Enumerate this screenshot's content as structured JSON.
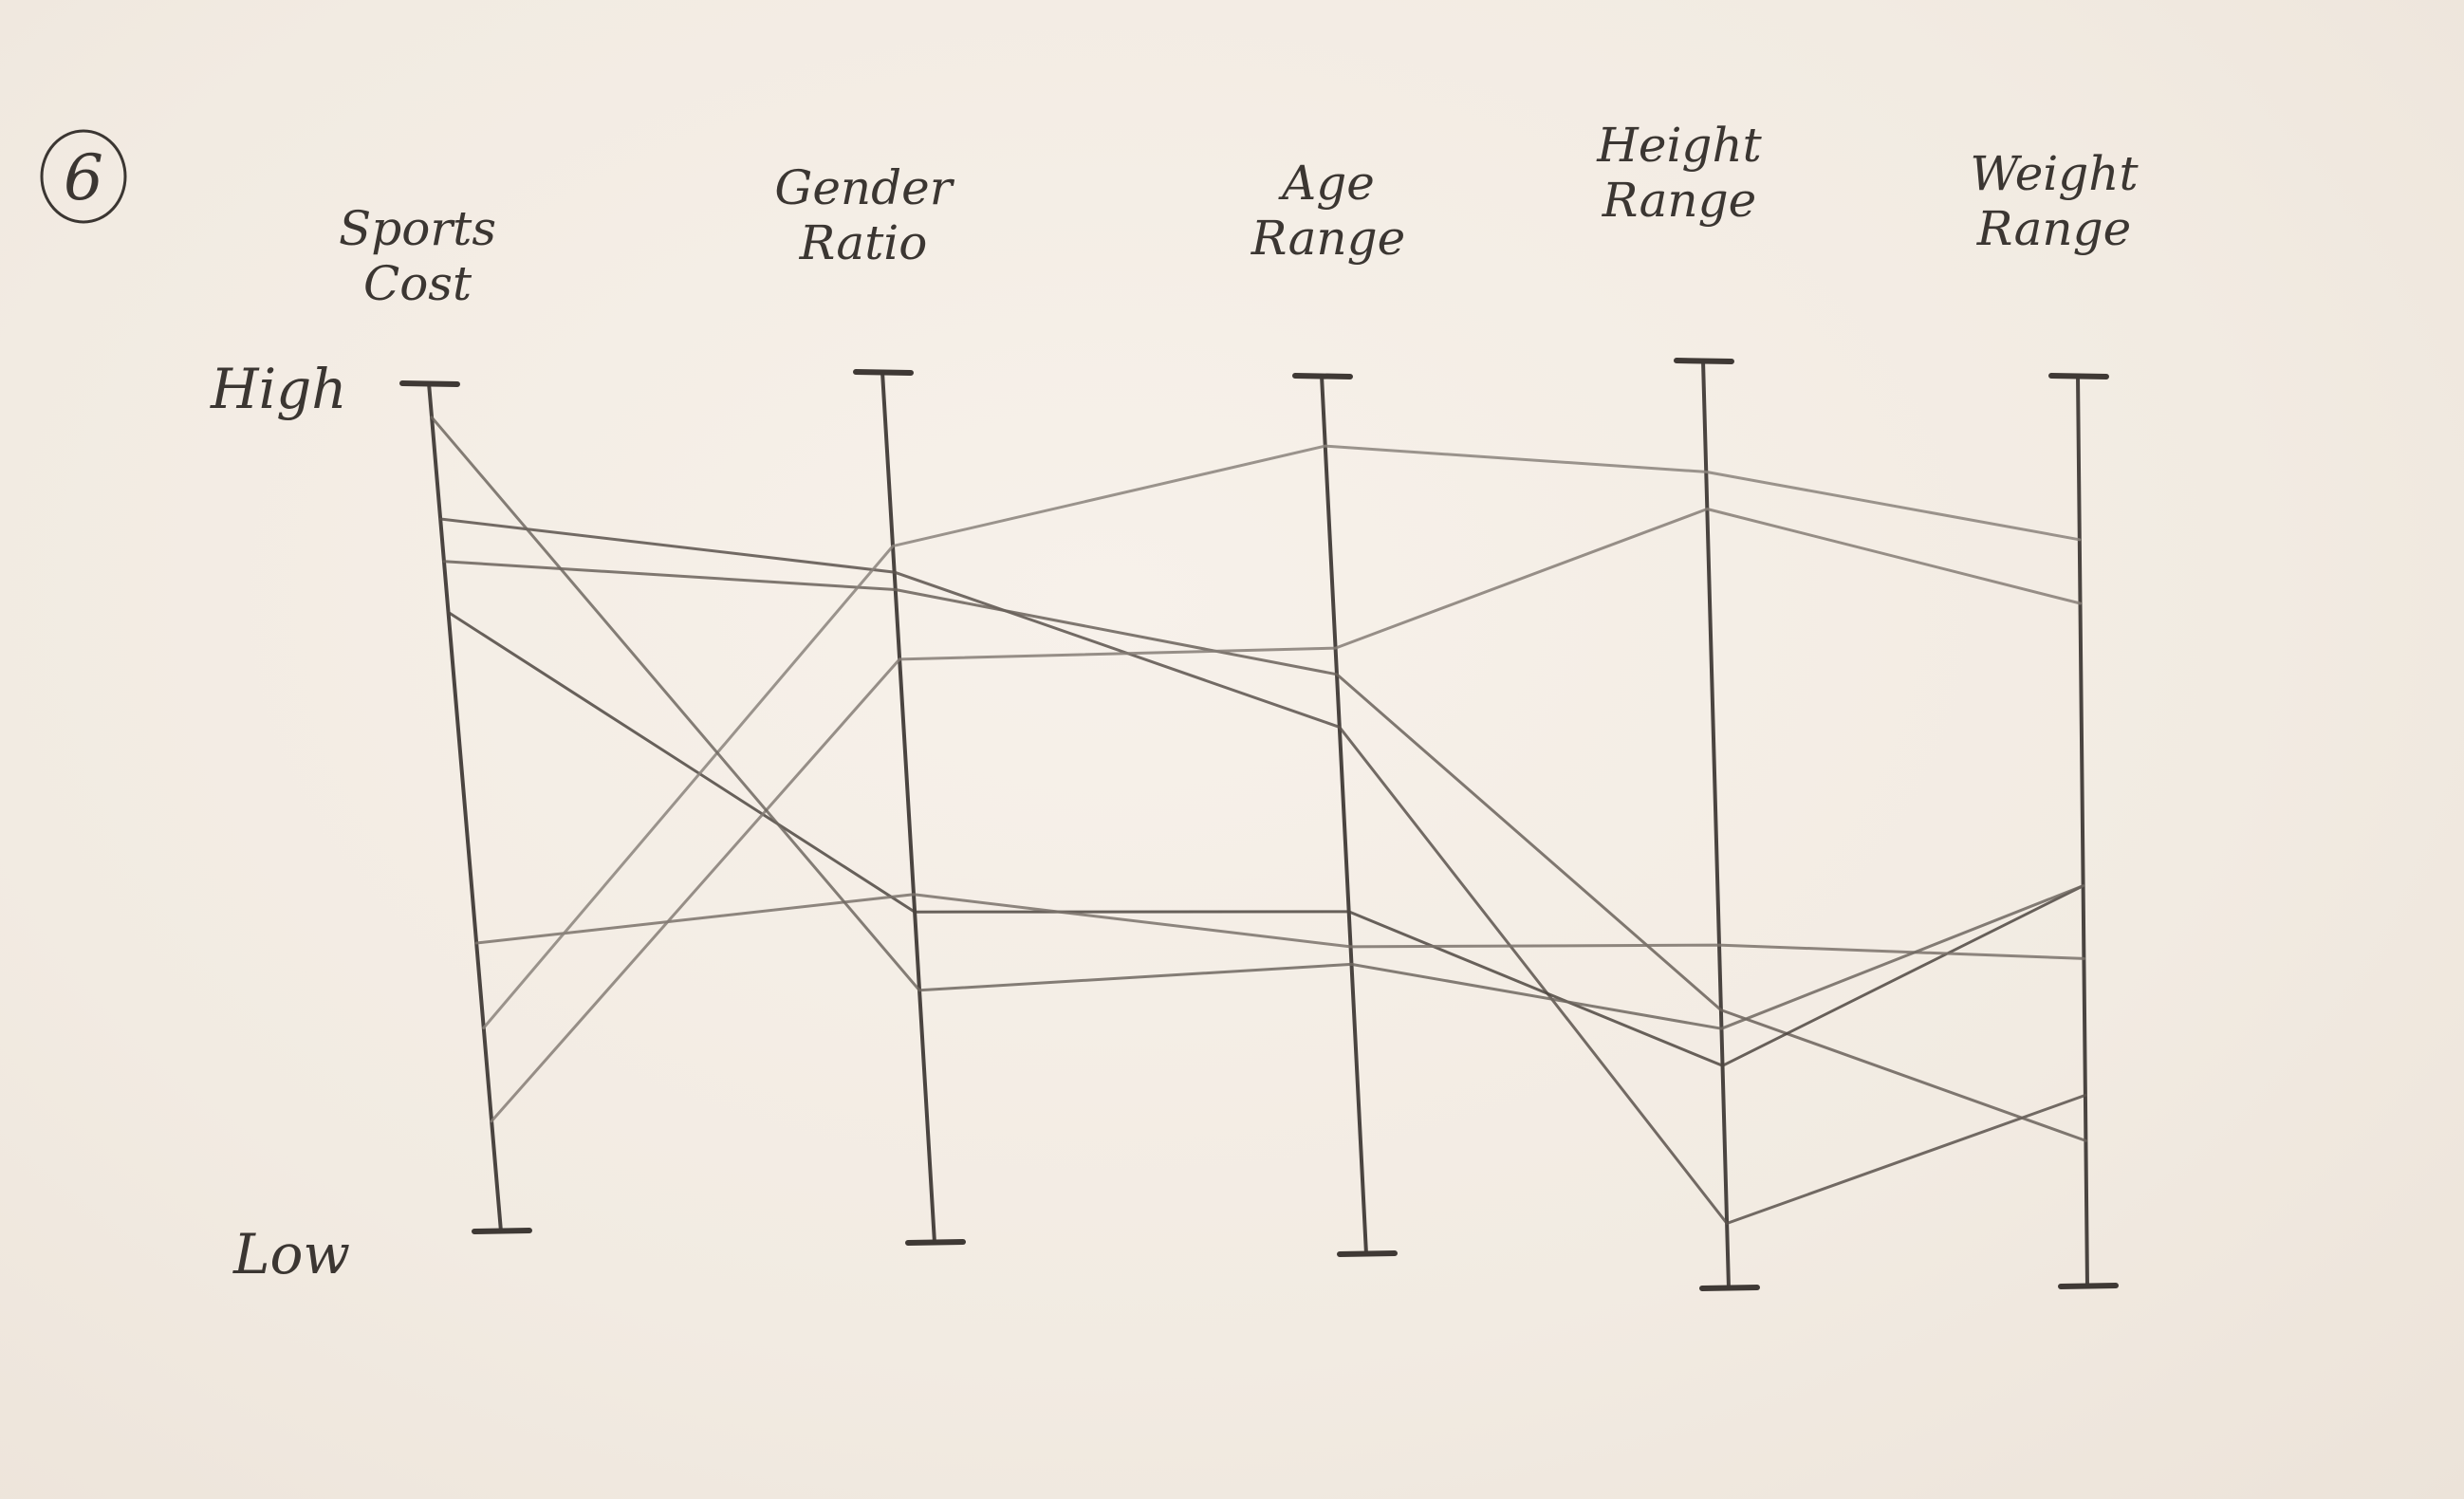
{
  "figure_number": "6",
  "chart_data": {
    "type": "parallel_coordinates",
    "title": "",
    "axes": [
      {
        "label_lines": [
          "Sports",
          "Cost"
        ]
      },
      {
        "label_lines": [
          "Gender",
          "Ratio"
        ]
      },
      {
        "label_lines": [
          "Age",
          "Range"
        ]
      },
      {
        "label_lines": [
          "Height",
          "Range"
        ]
      },
      {
        "label_lines": [
          "Weight",
          "Range"
        ]
      }
    ],
    "scale": {
      "high_label": "High",
      "low_label": "Low",
      "range": [
        0,
        1
      ]
    },
    "series": [
      {
        "values": [
          0.84,
          0.77,
          0.6,
          0.07,
          0.21
        ]
      },
      {
        "values": [
          0.79,
          0.75,
          0.66,
          0.3,
          0.16
        ]
      },
      {
        "values": [
          0.73,
          0.38,
          0.39,
          0.24,
          0.44
        ]
      },
      {
        "values": [
          0.34,
          0.4,
          0.35,
          0.37,
          0.36
        ]
      },
      {
        "values": [
          0.24,
          0.8,
          0.92,
          0.88,
          0.82
        ]
      },
      {
        "values": [
          0.13,
          0.67,
          0.69,
          0.84,
          0.75
        ]
      },
      {
        "values": [
          0.96,
          0.29,
          0.33,
          0.28,
          0.44
        ]
      }
    ],
    "grid": false,
    "legend": "none",
    "style": "hand-drawn pencil sketch"
  }
}
